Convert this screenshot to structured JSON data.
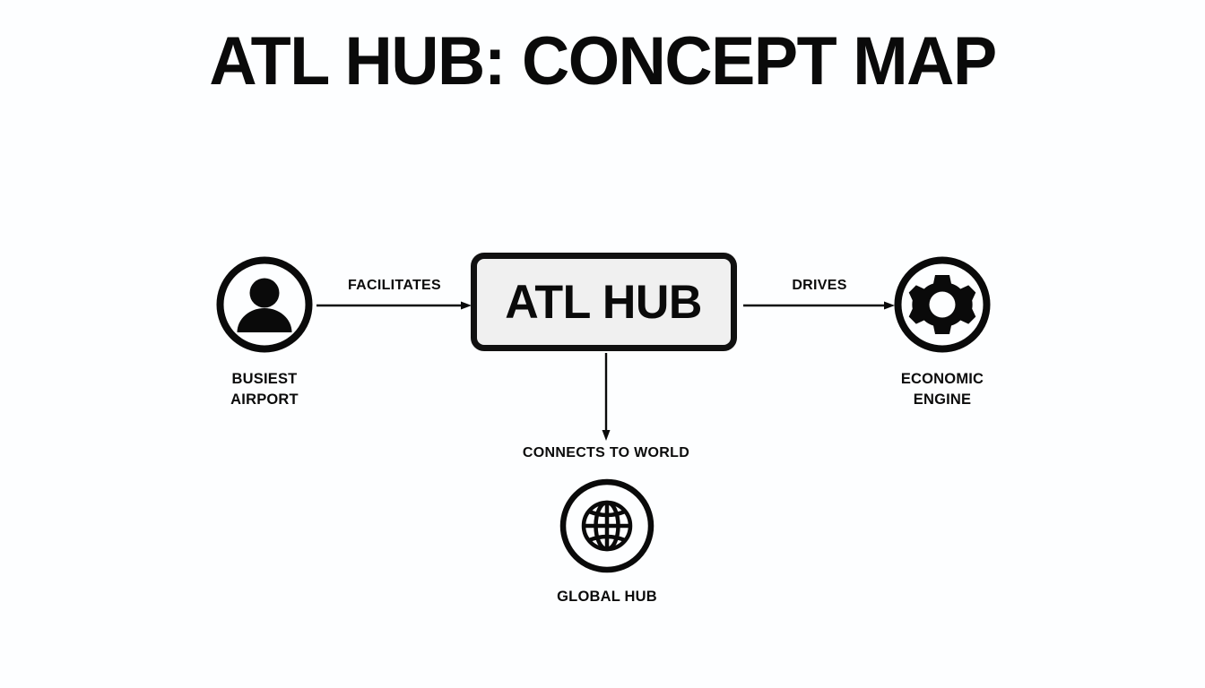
{
  "page": {
    "title": "ATL HUB: CONCEPT MAP",
    "background_color": "#fdfeff",
    "ink_color": "#0a0a0a",
    "node_fill_color": "#f0f0f0"
  },
  "diagram": {
    "type": "concept-map",
    "center": {
      "id": "atl-hub",
      "label": "ATL HUB",
      "shape": "rounded-rectangle",
      "fill": "#f0f0f0",
      "stroke": "#111111"
    },
    "nodes": [
      {
        "id": "busiest-airport",
        "label": "BUSIEST\nAIRPORT",
        "icon": "person-icon",
        "shape": "circle",
        "position": "left"
      },
      {
        "id": "economic-engine",
        "label": "ECONOMIC\nENGINE",
        "icon": "gear-icon",
        "shape": "circle",
        "position": "right"
      },
      {
        "id": "global-hub",
        "label": "GLOBAL HUB",
        "icon": "globe-icon",
        "shape": "circle",
        "position": "bottom"
      }
    ],
    "edges": [
      {
        "id": "facilitates",
        "label": "FACILITATES",
        "from": "busiest-airport",
        "to": "atl-hub",
        "direction": "right"
      },
      {
        "id": "drives",
        "label": "DRIVES",
        "from": "atl-hub",
        "to": "economic-engine",
        "direction": "right"
      },
      {
        "id": "connects-to-world",
        "label": "CONNECTS TO WORLD",
        "from": "atl-hub",
        "to": "global-hub",
        "direction": "down"
      }
    ]
  }
}
